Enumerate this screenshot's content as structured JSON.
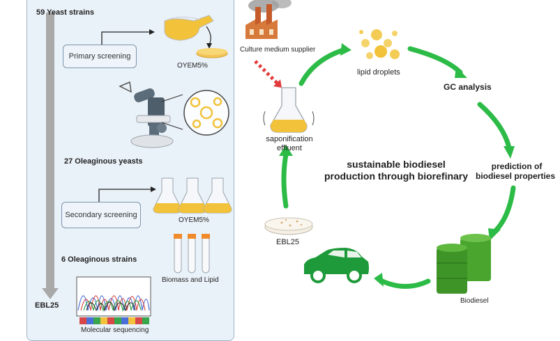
{
  "left_panel": {
    "header": "59 Yeast strains",
    "primary_screening": "Primary screening",
    "oyem_primary": "OYEM5%",
    "oleaginous_27": "27 Oleaginous yeasts",
    "secondary_screening": "Secondary screening",
    "oyem_secondary": "OYEM5%",
    "oleaginous_6": "6  Oleaginous strains",
    "biomass_lipid": "Biomass and Lipid",
    "ebl25": "EBL25",
    "molecular_sequencing": "Molecular sequencing"
  },
  "cycle": {
    "culture_supplier": "Culture medium supplier",
    "lipid_droplets": "lipid droplets",
    "gc_analysis": "GC analysis",
    "prediction_line1": "prediction of",
    "prediction_line2": "biodiesel properties",
    "biodiesel": "Biodiesel",
    "ebl25_plate": "EBL25",
    "sapon_line1": "saponification",
    "sapon_line2": "effluent",
    "center_line1": "sustainable biodiesel",
    "center_line2": "production through biorefinary"
  },
  "colors": {
    "arrow_green": "#2dbb47",
    "panel_bg": "#eaf2f9",
    "media_yellow": "#f2c23a",
    "drum_green": "#4aa52e",
    "car_green": "#1e9a3a"
  }
}
